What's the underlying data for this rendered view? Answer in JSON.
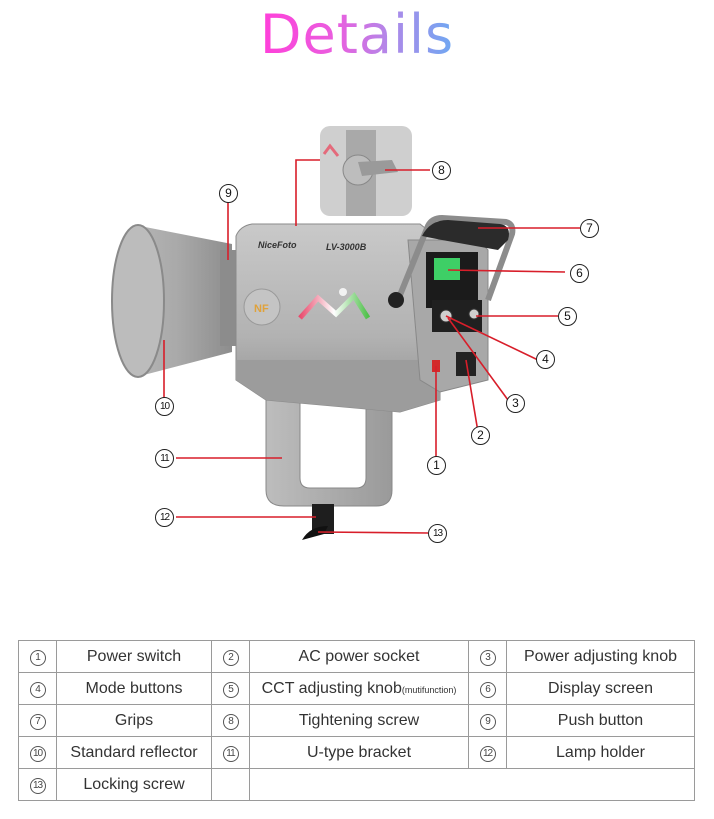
{
  "title": "Details",
  "colors": {
    "title_gradient_start": "#ff3fd9",
    "title_gradient_end": "#6ea8f2",
    "callout_line": "#d81e2a",
    "table_border": "#9a9a9a"
  },
  "product": {
    "brand_label": "NiceFoto",
    "model_label": "LV-3000B"
  },
  "callouts": [
    {
      "num": "1",
      "label": "Power switch"
    },
    {
      "num": "2",
      "label": "AC power socket"
    },
    {
      "num": "3",
      "label": "Power adjusting knob"
    },
    {
      "num": "4",
      "label": "Mode buttons"
    },
    {
      "num": "5",
      "label": "CCT adjusting knob",
      "note": "(mutifunction)"
    },
    {
      "num": "6",
      "label": "Display screen"
    },
    {
      "num": "7",
      "label": "Grips"
    },
    {
      "num": "8",
      "label": "Tightening screw"
    },
    {
      "num": "9",
      "label": "Push button"
    },
    {
      "num": "10",
      "label": "Standard reflector"
    },
    {
      "num": "11",
      "label": "U-type bracket"
    },
    {
      "num": "12",
      "label": "Lamp holder"
    },
    {
      "num": "13",
      "label": "Locking screw"
    }
  ],
  "table": {
    "rows": [
      [
        {
          "num": "1",
          "label": "Power switch"
        },
        {
          "num": "2",
          "label": "AC power socket"
        },
        {
          "num": "3",
          "label": "Power adjusting knob"
        }
      ],
      [
        {
          "num": "4",
          "label": "Mode buttons"
        },
        {
          "num": "5",
          "label": "CCT adjusting knob",
          "note": "(mutifunction)"
        },
        {
          "num": "6",
          "label": "Display screen"
        }
      ],
      [
        {
          "num": "7",
          "label": "Grips"
        },
        {
          "num": "8",
          "label": "Tightening screw"
        },
        {
          "num": "9",
          "label": "Push button"
        }
      ],
      [
        {
          "num": "10",
          "label": "Standard reflector"
        },
        {
          "num": "11",
          "label": "U-type bracket"
        },
        {
          "num": "12",
          "label": "Lamp holder"
        }
      ],
      [
        {
          "num": "13",
          "label": "Locking screw"
        }
      ]
    ]
  }
}
